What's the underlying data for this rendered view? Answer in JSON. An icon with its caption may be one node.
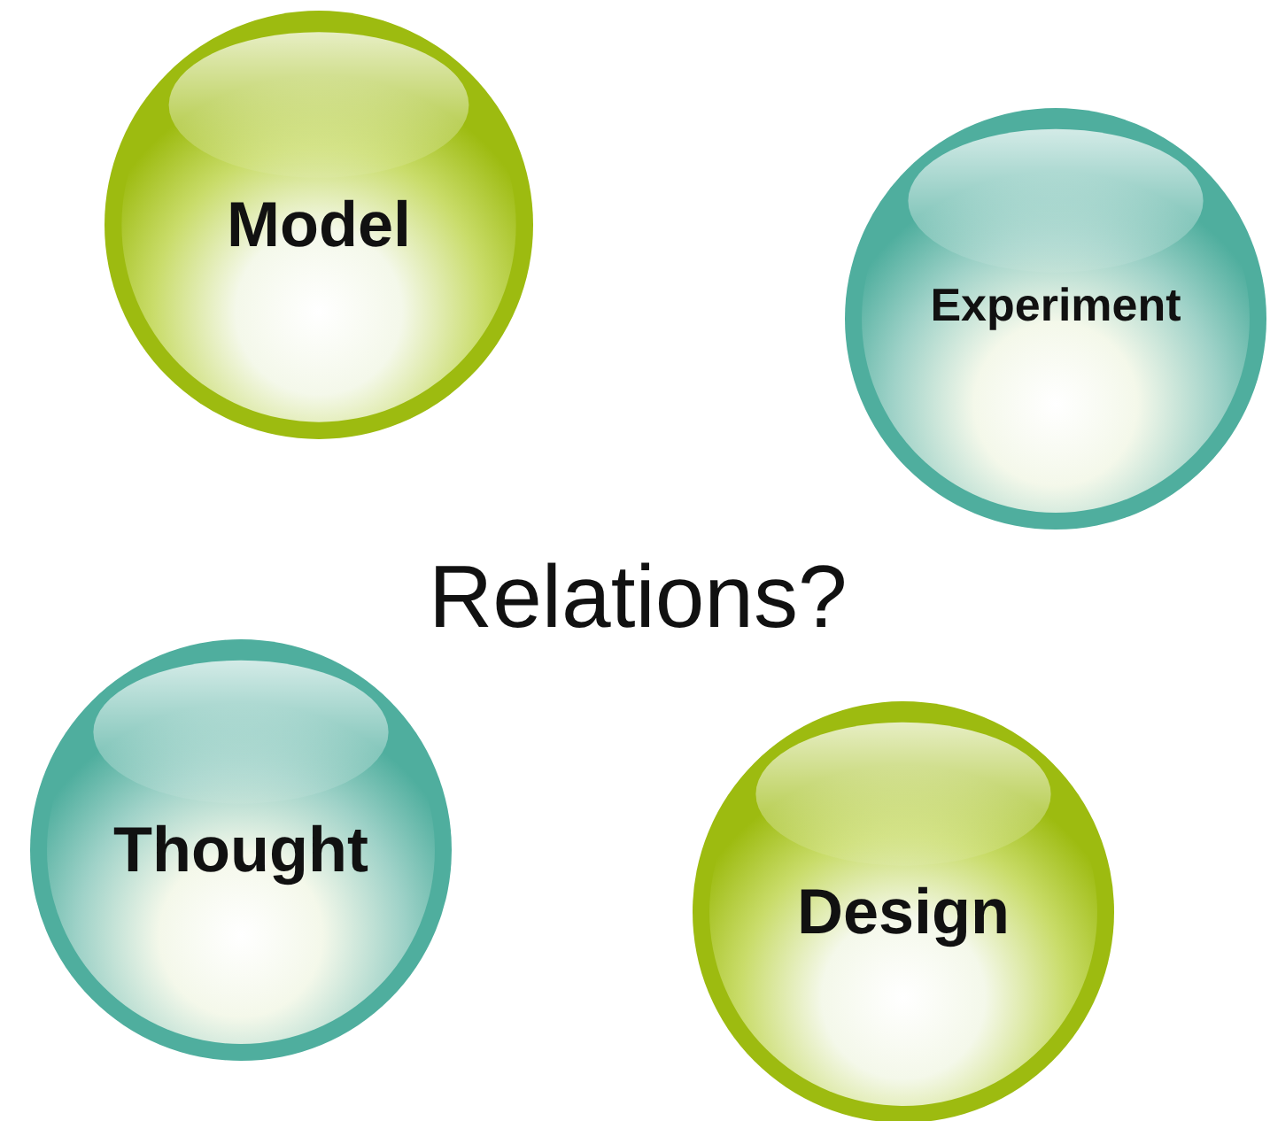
{
  "diagram": {
    "nodes": [
      {
        "text": [
          "Model"
        ]
      },
      {
        "text": [
          "Experiment"
        ]
      },
      {
        "text": [
          "Thought"
        ]
      },
      {
        "text": [
          "Design"
        ]
      }
    ],
    "labels": [
      "Relations?"
    ]
  }
}
